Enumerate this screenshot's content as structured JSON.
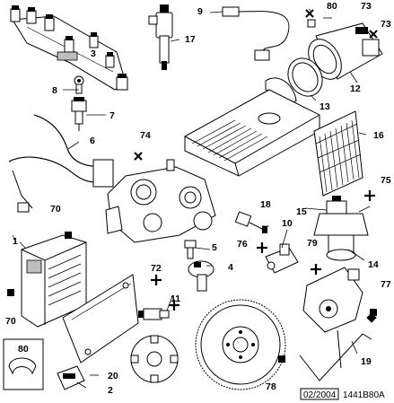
{
  "callouts": {
    "c1": "1",
    "c2": "2",
    "c3": "3",
    "c4": "4",
    "c5": "5",
    "c6": "6",
    "c7": "7",
    "c8": "8",
    "c9": "9",
    "c10": "10",
    "c11": "11",
    "c12": "12",
    "c13": "13",
    "c14": "14",
    "c15": "15",
    "c16": "16",
    "c17": "17",
    "c18": "18",
    "c19": "19",
    "c20": "20",
    "c70a": "70",
    "c70b": "70",
    "c72": "72",
    "c73a": "73",
    "c73b": "73",
    "c74": "74",
    "c75": "75",
    "c76": "76",
    "c77": "77",
    "c78": "78",
    "c79": "79",
    "c80a": "80",
    "c80b": "80"
  },
  "footer": {
    "date": "02/2004",
    "reference": "1441B80A"
  }
}
